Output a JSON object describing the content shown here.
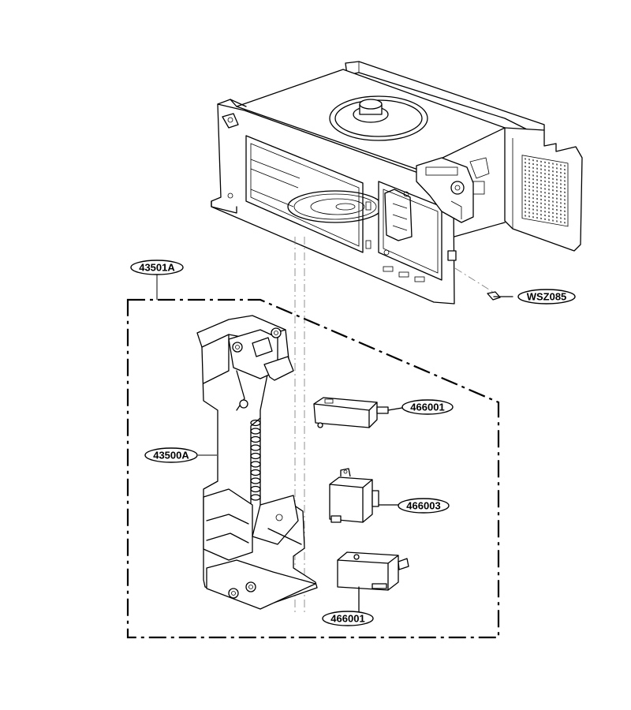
{
  "labels": {
    "assembly": "43501A",
    "latch_board": "43500A",
    "switch_upper": "466001",
    "switch_middle": "466003",
    "switch_lower": "466001",
    "screw": "WSZ085"
  }
}
